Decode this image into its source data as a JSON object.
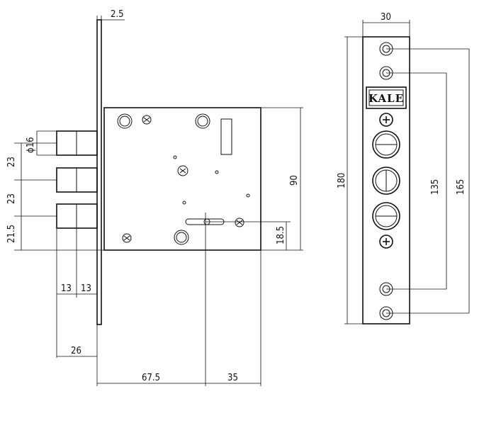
{
  "brand": {
    "logo_text": "KALE"
  },
  "dimensions": {
    "faceplate_thickness": "2.5",
    "faceplate_width": "30",
    "bolt_diameter": "ϕ16",
    "bolt_pitch_1": "23",
    "bolt_pitch_2": "23",
    "bolt_bottom_offset": "21.5",
    "bolt_offset_1": "13",
    "bolt_offset_2": "13",
    "bolt_throw": "26",
    "backset": "67.5",
    "case_remaining": "35",
    "case_height": "90",
    "keyhole_height": "18.5",
    "faceplate_height": "180",
    "screw_span_inner": "135",
    "screw_span_outer": "165"
  }
}
